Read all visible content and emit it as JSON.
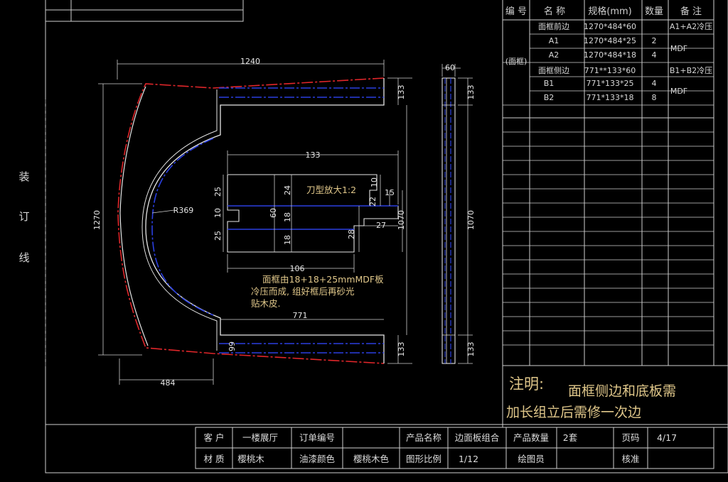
{
  "binding_margin": {
    "chars": [
      "装",
      "订",
      "线"
    ]
  },
  "parts_table": {
    "headers": [
      "编 号",
      "名 称",
      "规格(mm)",
      "数量",
      "备 注"
    ],
    "group_label": "(面框)",
    "rows": [
      {
        "name": "面框前边",
        "spec": "1270*484*60",
        "qty": "",
        "note": "A1+A2冷压"
      },
      {
        "name": "A1",
        "spec": "1270*484*25",
        "qty": "2",
        "note": ""
      },
      {
        "name": "A2",
        "spec": "1270*484*18",
        "qty": "4",
        "note": ""
      },
      {
        "name": "面框侧边",
        "spec": "771**133*60",
        "qty": "",
        "note": "B1+B2冷压"
      },
      {
        "name": "B1",
        "spec": "771*133*25",
        "qty": "4",
        "note": ""
      },
      {
        "name": "B2",
        "spec": "771*133*18",
        "qty": "8",
        "note": ""
      }
    ],
    "mdf_note": "MDF"
  },
  "notes": {
    "label": "注明:",
    "line1": "面框侧边和底板需",
    "line2": "加长组立后需修一次边"
  },
  "title_block": {
    "client_label": "客 户",
    "client_value": "一楼展厅",
    "order_label": "订单编号",
    "order_value": "",
    "product_label": "产品名称",
    "product_value": "边面板组合",
    "quantity_label": "产品数量",
    "quantity_value": "2套",
    "page_label": "页码",
    "page_value": "4/17",
    "material_label": "材 质",
    "material_value": "樱桃木",
    "paint_label": "油漆颜色",
    "paint_value": "樱桃木色",
    "scale_label": "图形比例",
    "scale_value": "1/12",
    "drafter_label": "绘图员",
    "drafter_value": "",
    "approve_label": "核准",
    "approve_value": ""
  },
  "drawing": {
    "dims": {
      "width_top": "1240",
      "height_left": "1270",
      "bottom_width": "484",
      "radius": "R369",
      "right_top": "133",
      "right_bottom": "133",
      "right_height": "1070",
      "side_inner": "771",
      "side_small": "99",
      "profile_width": "60",
      "profile_height": "1070",
      "profile_top": "133",
      "profile_bottom": "133"
    },
    "detail": {
      "title": "刀型放大1:2",
      "top_width": "133",
      "bottom_width": "106",
      "left_25a": "25",
      "left_10": "10",
      "left_25b": "25",
      "mid_60": "60",
      "mid_24": "24",
      "mid_18a": "18",
      "mid_18b": "18",
      "r_10": "10",
      "r_15": "15",
      "r_22": "22",
      "r_28": "28",
      "r_27": "27"
    },
    "description": [
      "面框由18+18+25mmMDF板",
      "冷压而成, 组好框后再砂光",
      "贴木皮."
    ]
  },
  "colors": {
    "accent_red": "#e0262a",
    "accent_blue": "#2a3fe0",
    "note_text": "#e0c78a",
    "line": "#dcdcdc"
  }
}
